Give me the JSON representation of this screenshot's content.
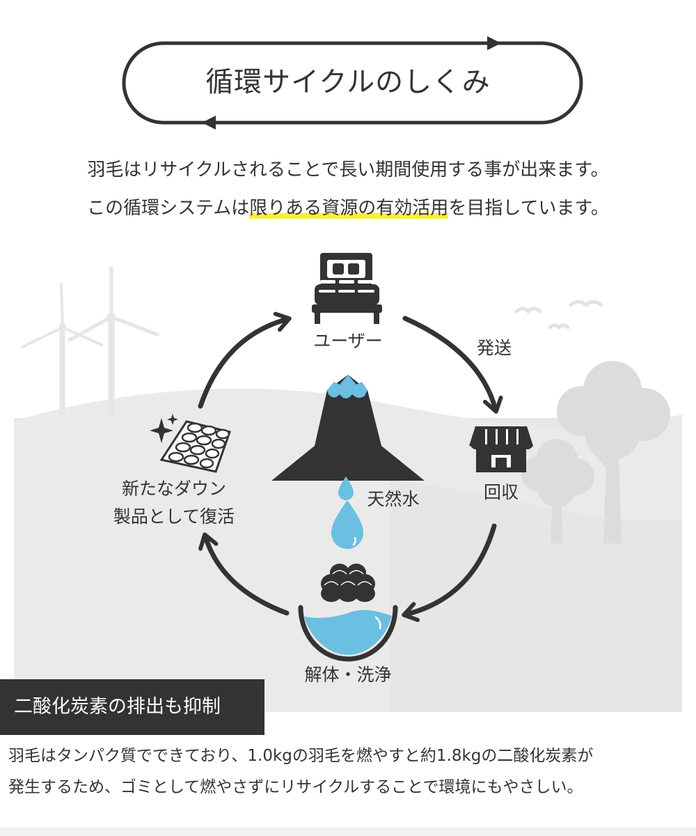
{
  "title": "循環サイクルのしくみ",
  "intro": {
    "line1": "羽毛はリサイクルされることで長い期間使用する事が出来ます。",
    "line2_before": "この循環システムは",
    "line2_highlight": "限りある資源の有効活用",
    "line2_after": "を目指しています。"
  },
  "cycle": {
    "user": "ユーザー",
    "shipping": "発送",
    "collection": "回収",
    "washing": "解体・洗浄",
    "revival_line1": "新たなダウン",
    "revival_line2": "製品として復活",
    "natural_water": "天然水"
  },
  "co2": {
    "heading": "二酸化炭素の排出も抑制",
    "body_line1": "羽毛はタンパク質でできており、1.0kgの羽毛を燃やすと約1.8kgの二酸化炭素が",
    "body_line2": "発生するため、ゴミとして燃やさずにリサイクルすることで環境にもやさしい。"
  },
  "colors": {
    "dark": "#333333",
    "water": "#6bbfe0",
    "highlight": "#f7f03a",
    "background_gray": "#e6e6e6",
    "background_shape": "#ebebeb"
  }
}
